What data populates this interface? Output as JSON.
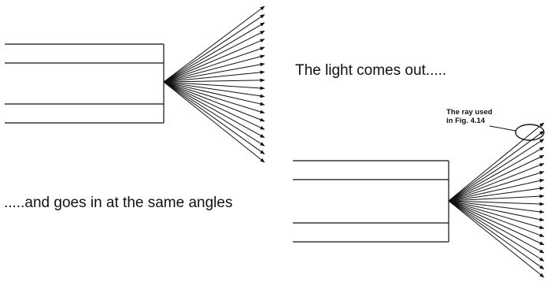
{
  "captions": {
    "out": "The light comes out.....",
    "in": ".....and goes in at the same angles"
  },
  "callout": {
    "line1": "The ray used",
    "line2": "in Fig. 4.14"
  },
  "colors": {
    "ink": "#111111",
    "background": "#ffffff"
  }
}
